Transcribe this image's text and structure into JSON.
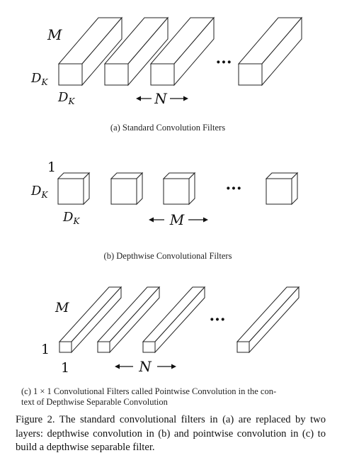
{
  "panel_a": {
    "depth_label": "M",
    "height_label_base": "D",
    "height_label_sub": "K",
    "width_label_base": "D",
    "width_label_sub": "K",
    "count_label": "N",
    "dots": "···",
    "caption": "(a)  Standard Convolution Filters"
  },
  "panel_b": {
    "depth_label": "1",
    "height_label_base": "D",
    "height_label_sub": "K",
    "width_label_base": "D",
    "width_label_sub": "K",
    "count_label": "M",
    "dots": "···",
    "caption": "(b)  Depthwise Convolutional Filters"
  },
  "panel_c": {
    "depth_label": "M",
    "height_label": "1",
    "width_label": "1",
    "count_label": "N",
    "dots": "···",
    "caption_line1": "(c)  1 × 1 Convolutional Filters called Pointwise Convolution in the con-",
    "caption_line2": "text of Depthwise Separable Convolution"
  },
  "figure_caption": "Figure 2. The standard convolutional filters in (a) are replaced by two layers: depthwise convolution in (b) and pointwise convolution in (c) to build a depthwise separable filter."
}
